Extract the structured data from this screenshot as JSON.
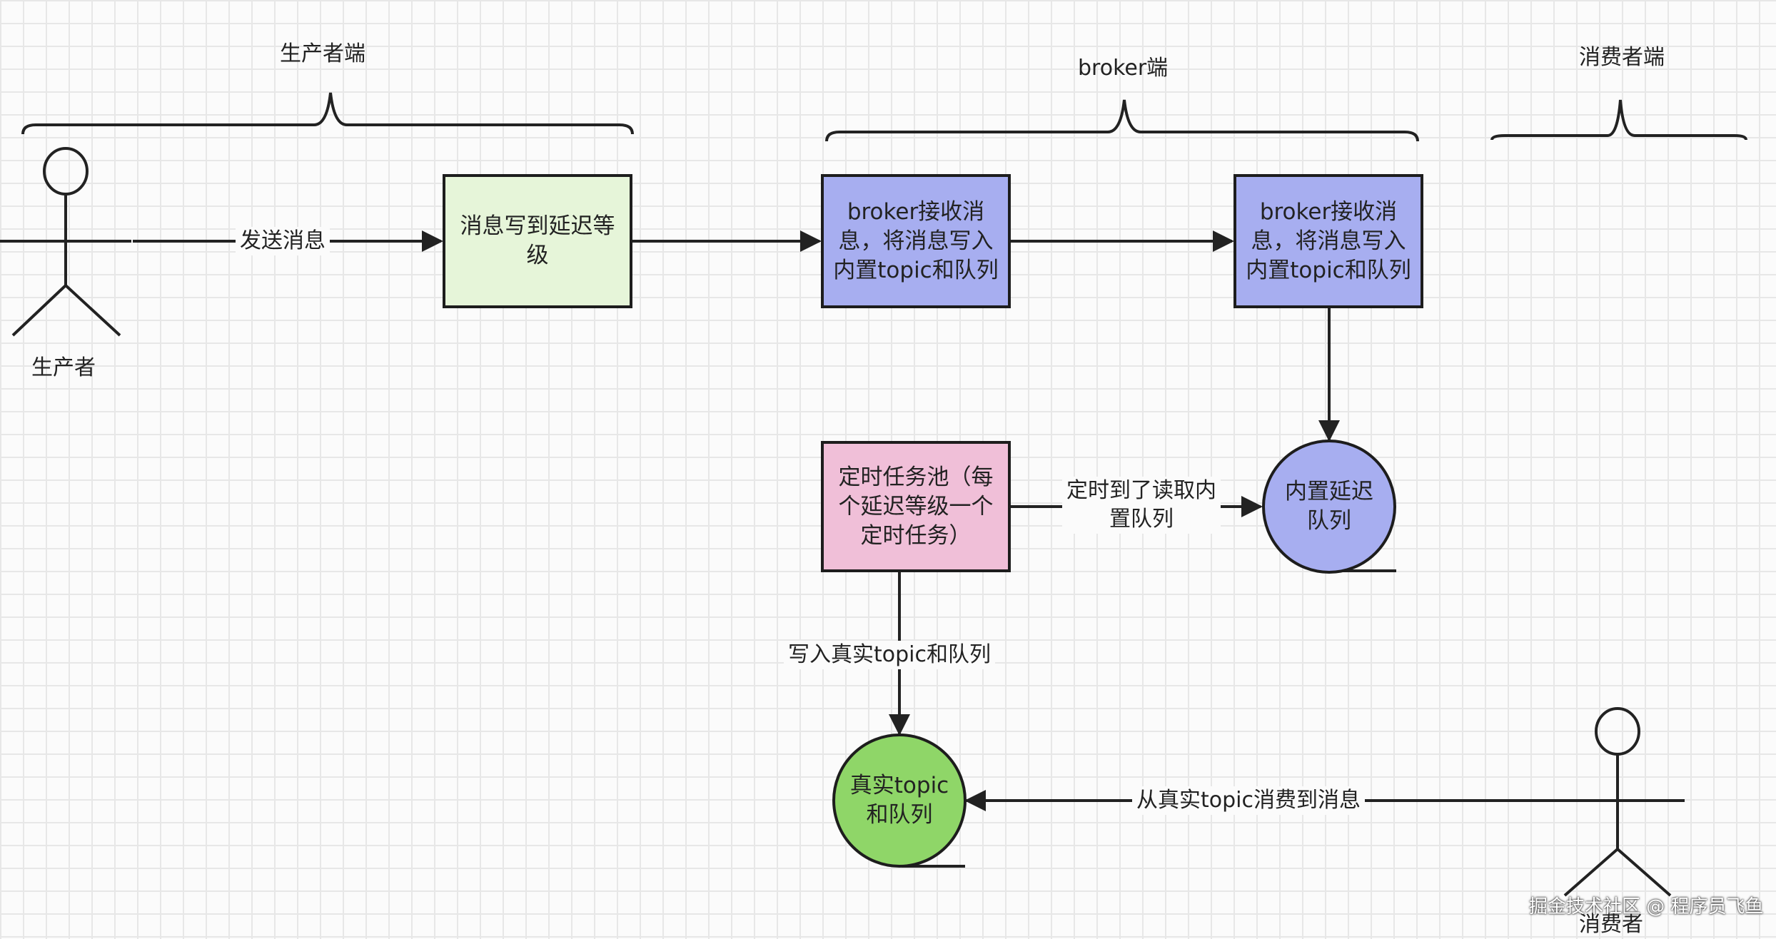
{
  "sections": {
    "producer_side": "生产者端",
    "broker_side": "broker端",
    "consumer_side": "消费者端"
  },
  "actors": {
    "producer": "生产者",
    "consumer": "消费者"
  },
  "nodes": {
    "write_delay_level": "消息写到延迟等级",
    "broker_receive_1": "broker接收消息，将消息写入内置topic和队列",
    "broker_receive_2": "broker接收消息，将消息写入内置topic和队列",
    "builtin_delay_queue": "内置延迟队列",
    "timer_task_pool": "定时任务池（每个延迟等级一个定时任务）",
    "real_topic_queue": "真实topic和队列"
  },
  "edges": {
    "send_message": "发送消息",
    "timer_read_queue": "定时到了读取内置队列",
    "write_real_topic": "写入真实topic和队列",
    "consume_real_topic": "从真实topic消费到消息"
  },
  "colors": {
    "light_green": "#e6f5d9",
    "blue": "#a7aef0",
    "pink": "#f0bfd8",
    "green": "#8fd668"
  },
  "watermark": "掘金技术社区 @ 程序员飞鱼"
}
